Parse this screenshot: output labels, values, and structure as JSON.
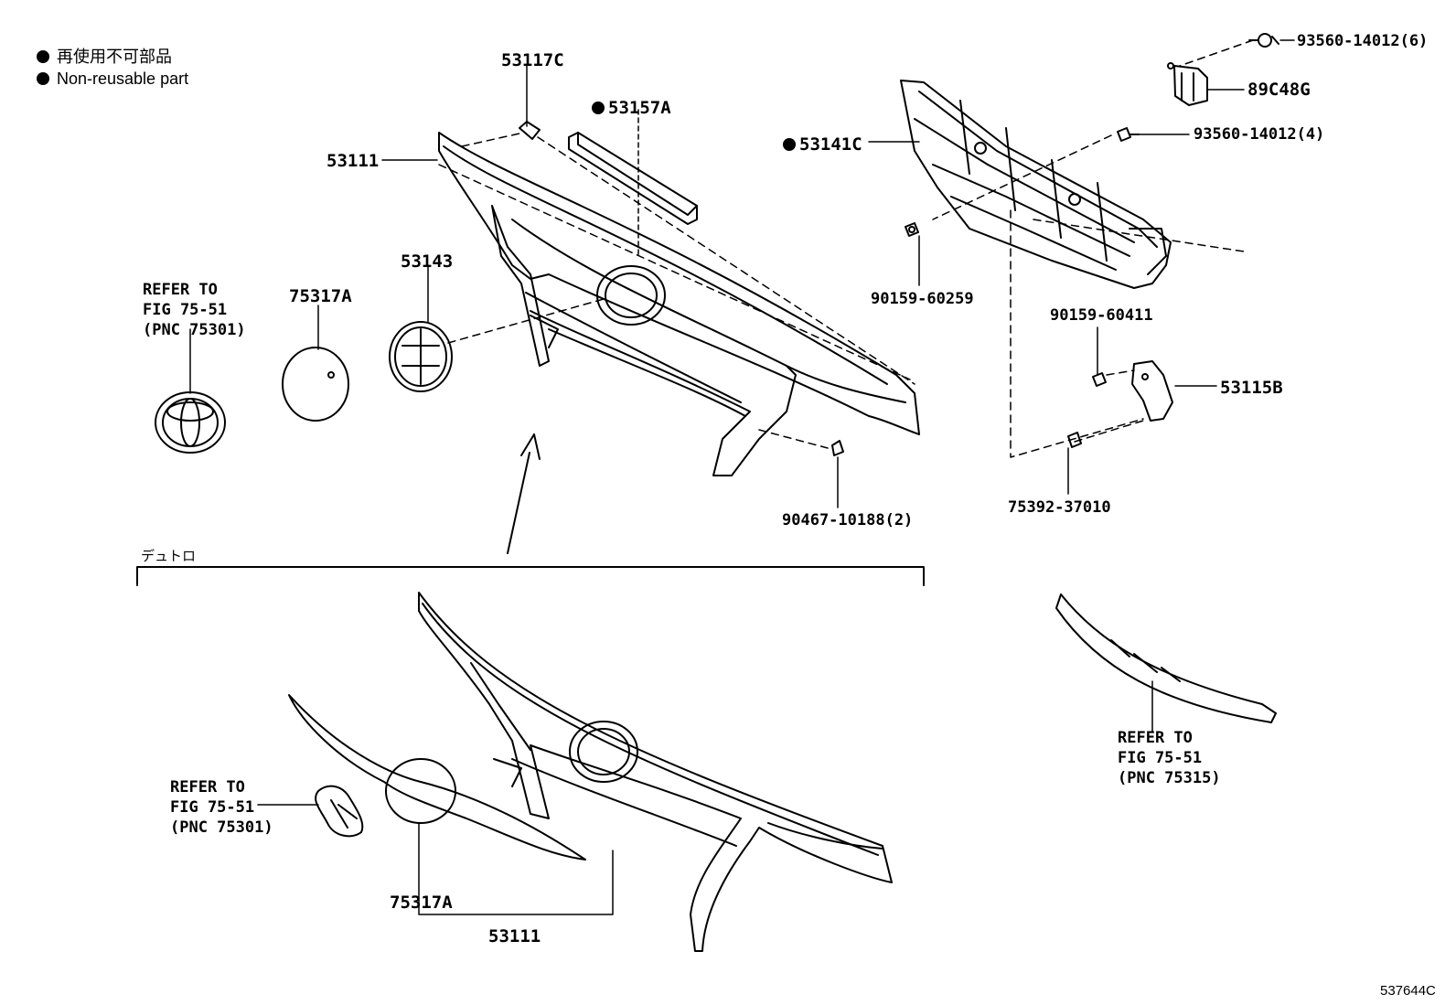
{
  "legend": {
    "jp": "再使用不可部品",
    "en": "Non-reusable part"
  },
  "labels": {
    "p53117C": "53117C",
    "p53157A": "53157A",
    "p53111_top": "53111",
    "p53143": "53143",
    "p75317A_top": "75317A",
    "ref1_line1": "REFER TO",
    "ref1_line2": "FIG 75-51",
    "ref1_line3": "(PNC 75301)",
    "p53141C": "53141C",
    "p93560_6": "93560-14012(6)",
    "p89C48G": "89C48G",
    "p93560_4": "93560-14012(4)",
    "p90159_60259": "90159-60259",
    "p90159_60411": "90159-60411",
    "p53115B": "53115B",
    "p75392": "75392-37010",
    "p90467": "90467-10188(2)",
    "group_jp": "デュトロ",
    "ref2_line1": "REFER TO",
    "ref2_line2": "FIG 75-51",
    "ref2_line3": "(PNC 75301)",
    "p75317A_bot": "75317A",
    "p53111_bot": "53111",
    "ref3_line1": "REFER TO",
    "ref3_line2": "FIG 75-51",
    "ref3_line3": "(PNC 75315)",
    "fig_code": "537644C"
  }
}
